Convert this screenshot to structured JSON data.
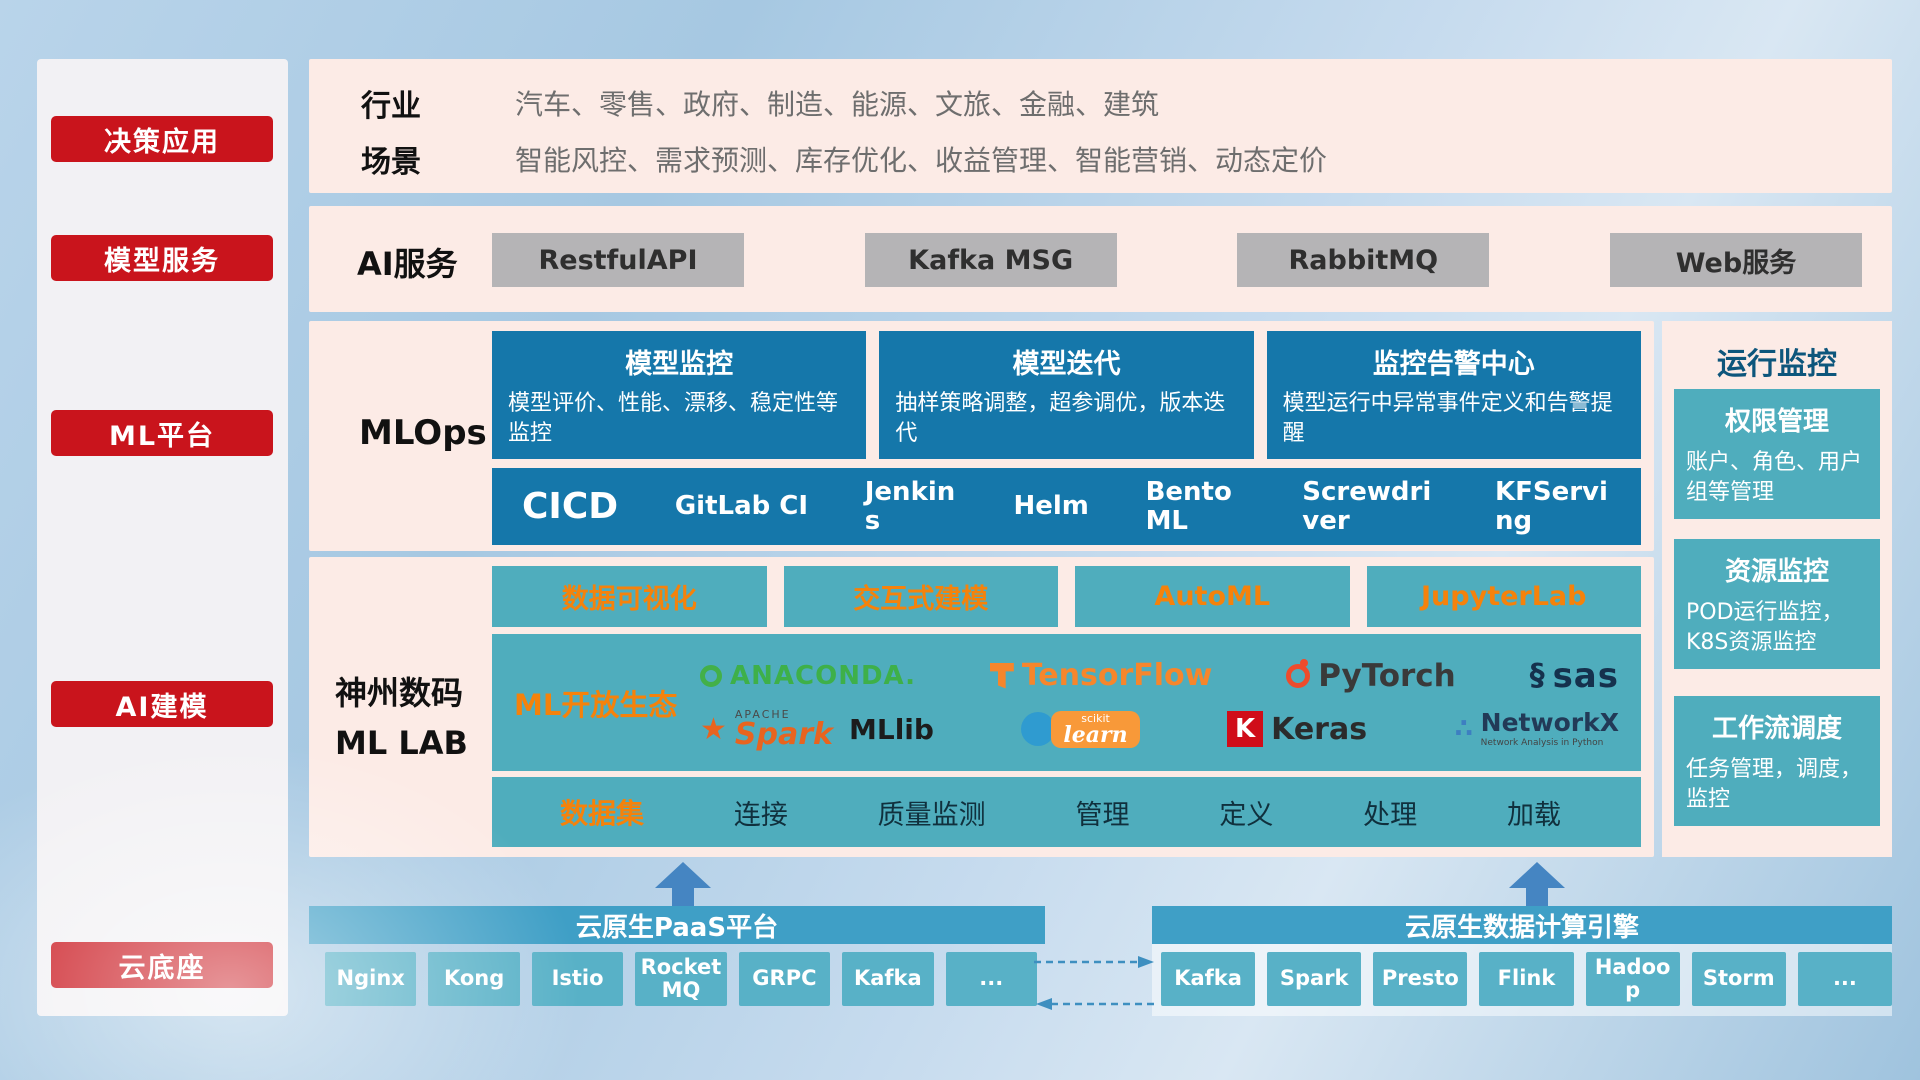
{
  "colors": {
    "accent_red": "#c9141c",
    "band_pink": "#fcebe6",
    "mlops_blue": "#1577aa",
    "teal": "#4fadbd",
    "label_orange": "#f5820b",
    "gray_button": "#b5b4b6",
    "bottom_bar_blue": "#3f9fc6",
    "chip_teal": "#58b1c7",
    "arrow_blue": "#4585c2"
  },
  "sidebar": {
    "items": [
      {
        "label": "决策应用"
      },
      {
        "label": "模型服务"
      },
      {
        "label": "ML平台"
      },
      {
        "label": "AI建模"
      },
      {
        "label": "云底座"
      }
    ]
  },
  "industry": {
    "rows": [
      {
        "label": "行业",
        "text": "汽车、零售、政府、制造、能源、文旅、金融、建筑"
      },
      {
        "label": "场景",
        "text": "智能风控、需求预测、库存优化、收益管理、智能营销、动态定价"
      }
    ]
  },
  "ai_service": {
    "label": "AI服务",
    "buttons": [
      "RestfulAPI",
      "Kafka MSG",
      "RabbitMQ",
      "Web服务"
    ]
  },
  "mlops": {
    "label": "MLOps",
    "cards": [
      {
        "title": "模型监控",
        "desc": "模型评价、性能、漂移、稳定性等监控"
      },
      {
        "title": "模型迭代",
        "desc": "抽样策略调整，超参调优，版本迭代"
      },
      {
        "title": "监控告警中心",
        "desc": "模型运行中异常事件定义和告警提醒"
      }
    ],
    "cicd_label": "CICD",
    "cicd_items": [
      "GitLab CI",
      "Jenkins",
      "Helm",
      "BentoML",
      "Screwdriver",
      "KFServing"
    ]
  },
  "mllab": {
    "label_line1": "神州数码",
    "label_line2": "ML LAB",
    "top_buttons": [
      "数据可视化",
      "交互式建模",
      "AutoML",
      "JupyterLab"
    ],
    "eco_label": "ML开放生态",
    "logos": {
      "anaconda": "ANACONDA.",
      "tensorflow": "TensorFlow",
      "pytorch": "PyTorch",
      "sas": "sas",
      "spark_apache": "APACHE",
      "spark": "Spark",
      "mllib": "MLlib",
      "scikit_top": "scikit",
      "scikit_main": "learn",
      "keras_k": "K",
      "keras": "Keras",
      "networkx": "NetworkX",
      "networkx_sub": "Network Analysis in Python"
    },
    "dataset_label": "数据集",
    "dataset_items": [
      "连接",
      "质量监测",
      "管理",
      "定义",
      "处理",
      "加载"
    ]
  },
  "monitor": {
    "title": "运行监控",
    "cards": [
      {
        "title": "权限管理",
        "desc": "账户、角色、用户组等管理"
      },
      {
        "title": "资源监控",
        "desc": "POD运行监控，K8S资源监控"
      },
      {
        "title": "工作流调度",
        "desc": "任务管理，调度，监控"
      }
    ]
  },
  "bottom": {
    "paas_title": "云原生PaaS平台",
    "paas_items": [
      "Nginx",
      "Kong",
      "Istio",
      "RocketMQ",
      "GRPC",
      "Kafka",
      "..."
    ],
    "engine_title": "云原生数据计算引擎",
    "engine_items": [
      "Kafka",
      "Spark",
      "Presto",
      "Flink",
      "Hadoop",
      "Storm",
      "..."
    ]
  },
  "icons": {
    "spark_star": "★",
    "networkx_dots": "∴",
    "sas_swirl": "§"
  }
}
